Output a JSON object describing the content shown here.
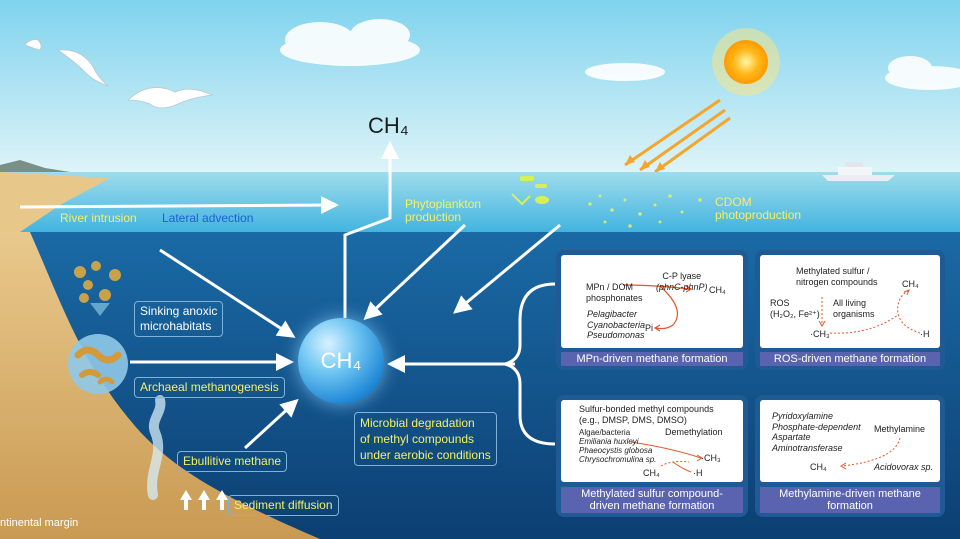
{
  "top_ch4": "CH₄",
  "center_ch4": "CH₄",
  "labels": {
    "river_intrusion": "River intrusion",
    "lateral_advection": "Lateral advection",
    "phytoplankton_production": [
      "Phytoplankton",
      "production"
    ],
    "cdom_photoproduction": [
      "CDOM",
      "photoproduction"
    ],
    "sinking": [
      "Sinking anoxic",
      "microhabitats"
    ],
    "archaeal": "Archaeal methanogenesis",
    "ebullitive": "Ebullitive methane",
    "sediment_diffusion": "Sediment diffusion",
    "microbial": [
      "Microbial degradation",
      "of methyl compounds",
      "under aerobic conditions"
    ],
    "continental_margin": "ntinental margin"
  },
  "panels": {
    "mpn": {
      "footer": "MPn-driven methane formation",
      "source": [
        "MPn / DOM",
        "phosphonates"
      ],
      "enzyme": [
        "C-P lyase",
        "(phnC-phnP)"
      ],
      "product": "CH₄",
      "organisms": [
        "Pelagibacter",
        "Cyanobacteria",
        "Pseudomonas"
      ],
      "byproduct": "Pi"
    },
    "ros": {
      "footer": "ROS-driven methane formation",
      "source": [
        "Methylated sulfur /",
        "nitrogen compounds"
      ],
      "ros": [
        "ROS",
        "(H₂O₂, Fe²⁺)"
      ],
      "organisms": [
        "All living",
        "organisms"
      ],
      "methyl": "·CH₃",
      "product": "CH₄",
      "h": "·H"
    },
    "sulfur": {
      "footer": [
        "Methylated sulfur compound-",
        "driven methane formation"
      ],
      "source": [
        "Sulfur-bonded methyl compounds",
        "(e.g., DMSP, DMS, DMSO)"
      ],
      "organisms": [
        "Algae/bacteria",
        "Emiliania huxleyi",
        "Phaeocystis globosa",
        "Chrysochromulina sp."
      ],
      "process": "Demethylation",
      "methyl": "·CH₃",
      "product": "CH₄",
      "h": "·H"
    },
    "methylamine": {
      "footer": [
        "Methylamine-driven methane",
        "formation"
      ],
      "enzyme": [
        "Pyridoxylamine",
        "Phosphate-dependent",
        "Aspartate",
        "Aminotransferase"
      ],
      "source": "Methylamine",
      "product": "CH₄",
      "organism": "Acidovorax sp."
    }
  },
  "colors": {
    "sky": "#a6e2f4",
    "ocean_surface": "#69c9e8",
    "deep_water": "#114f86",
    "panel_border": "#1f5a94",
    "panel_footer": "#5a63b0",
    "label_yellow": "#f4f067",
    "sand": "#e0b874"
  }
}
